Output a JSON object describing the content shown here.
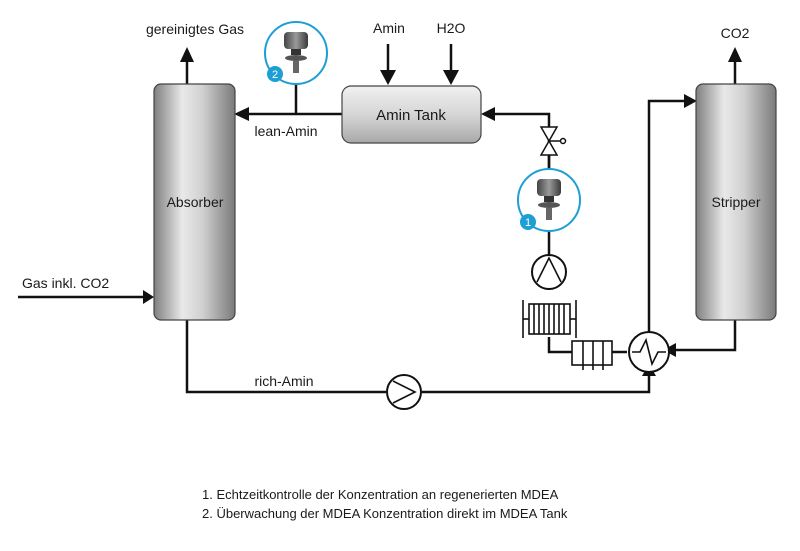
{
  "labels": {
    "clean_gas": "gereinigtes Gas",
    "amine_in": "Amin",
    "water_in": "H2O",
    "co2_out": "CO2",
    "amine_tank": "Amin Tank",
    "lean_amine": "lean-Amin",
    "rich_amine": "rich-Amin",
    "absorber": "Absorber",
    "stripper": "Stripper",
    "gas_inlet": "Gas inkl. CO2"
  },
  "sensors": [
    {
      "number": "1"
    },
    {
      "number": "2"
    }
  ],
  "notes": [
    "1. Echtzeitkontrolle der Konzentration an regenerierten MDEA",
    "2. Überwachung der MDEA Konzentration direkt im MDEA Tank"
  ],
  "colors": {
    "line": "#111111",
    "vessel_light": "#e8e8e8",
    "vessel_dark": "#8a8a8a",
    "sensor_ring": "#1d9fd6",
    "sensor_badge": "#1d9fd6"
  },
  "icons": [
    "absorber-column",
    "stripper-column",
    "amine-tank",
    "pump-icon",
    "valve-icon",
    "heat-exchanger-icon",
    "cooler-icon",
    "sensor-icon"
  ]
}
